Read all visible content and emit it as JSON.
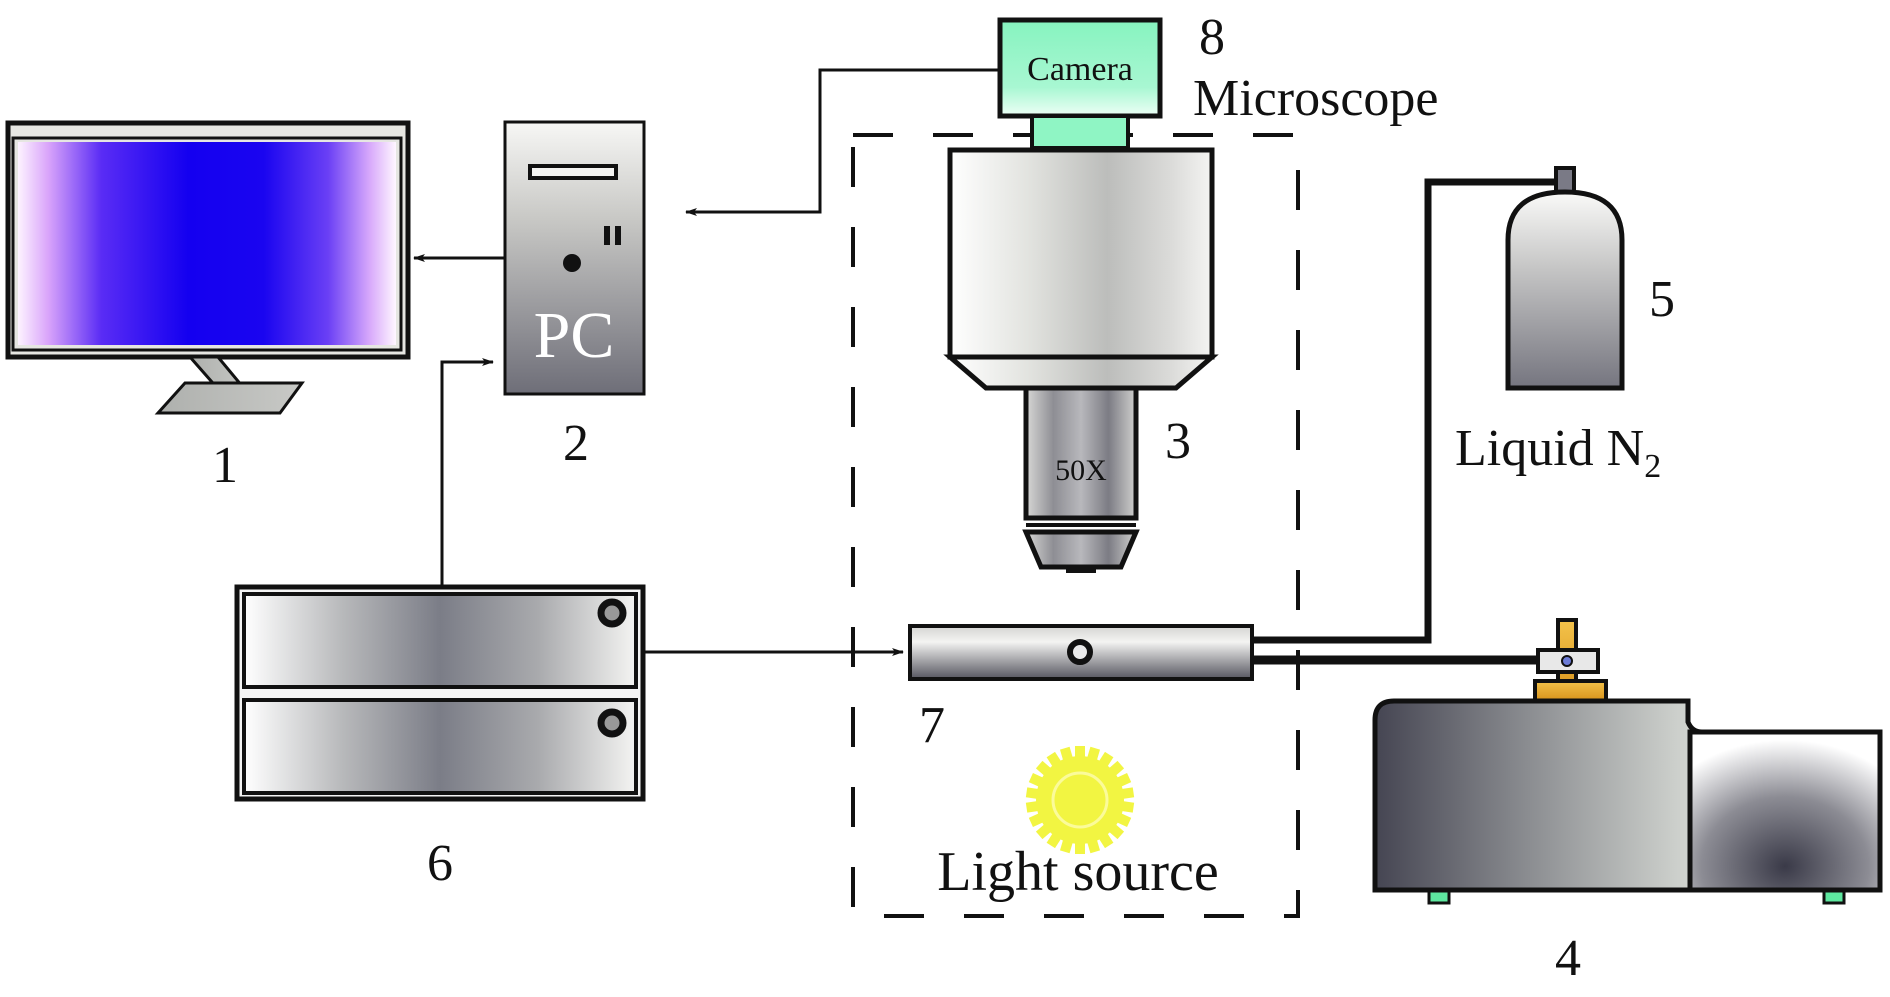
{
  "diagram": {
    "type": "experimental-setup schematic",
    "components": [
      {
        "id": "monitor",
        "number": "1"
      },
      {
        "id": "pc",
        "number": "2",
        "label": "PC"
      },
      {
        "id": "microscope-objective",
        "number": "3",
        "label": "50X"
      },
      {
        "id": "spectrometer",
        "number": "4"
      },
      {
        "id": "dewar",
        "number": "5",
        "label_main": "Liquid N",
        "label_sub": "2"
      },
      {
        "id": "controller",
        "number": "6"
      },
      {
        "id": "cryo-stage",
        "number": "7"
      },
      {
        "id": "camera",
        "number": "8",
        "label": "Camera",
        "group_label": "Microscope"
      }
    ],
    "light_source_label": "Light source",
    "colors": {
      "screen_center": "#1400f0",
      "screen_edge": "#f4d6ff",
      "camera_green": "#8ff5c4",
      "sun_yellow": "#f2f542",
      "clamp_orange": "#e8a21c",
      "metal_dark": "#4a4a55",
      "metal_light": "#f2f2f0",
      "line": "#111111"
    }
  }
}
